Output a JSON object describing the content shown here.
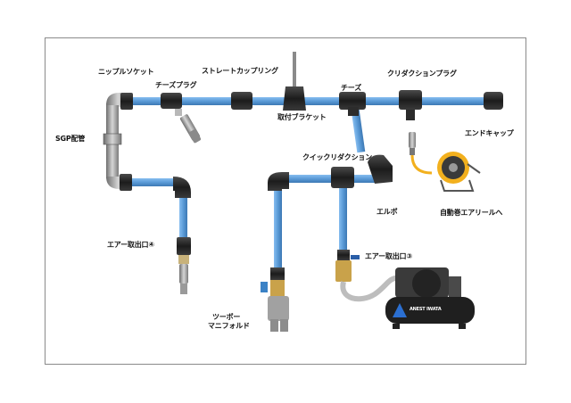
{
  "labels": {
    "nipple_socket": "ニップルソケット",
    "cheese_plug": "チーズプラグ",
    "straight_coupling": "ストレートカップリング",
    "mounting_bracket": "取付ブラケット",
    "tees": "チーズ",
    "reducer_plug": "クリダクションプラグ",
    "end_cap": "エンドキャップ",
    "sgp_pipe": "SGP配管",
    "quick_reducer": "クイックリダクション",
    "elbow": "エルボ",
    "auto_reel": "自動巻エアリールへ",
    "outlet_4": "エアー取出口④",
    "outlet_3": "エアー取出口③",
    "two_way_manifold_line1": "ツーボー",
    "two_way_manifold_line2": "マニフォルド",
    "compressor_brand": "ANEST IWATA"
  },
  "colors": {
    "pipe": "#5a9ad6",
    "pipe_dark": "#3c78b4",
    "fitting": "#2b2b2b",
    "brass": "#c9a24a",
    "hose": "#f2b01e",
    "compressor": "#1f1f1f"
  }
}
